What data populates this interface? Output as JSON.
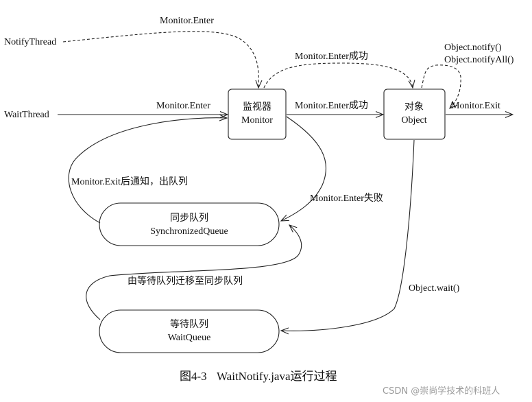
{
  "actors": {
    "notify_thread": "NotifyThread",
    "wait_thread": "WaitThread"
  },
  "nodes": {
    "monitor": {
      "line1": "监视器",
      "line2": "Monitor"
    },
    "object": {
      "line1": "对象",
      "line2": "Object"
    },
    "sync_queue": {
      "line1": "同步队列",
      "line2": "SynchronizedQueue"
    },
    "wait_queue": {
      "line1": "等待队列",
      "line2": "WaitQueue"
    }
  },
  "edges": {
    "notify_enter": "Monitor.Enter",
    "wait_enter": "Monitor.Enter",
    "monitor_to_object_top": "Monitor.Enter成功",
    "monitor_to_object": "Monitor.Enter成功",
    "object_notify": "Object.notify()",
    "object_notify_all": "Object.notifyAll()",
    "object_exit": "Monitor.Exit",
    "exit_notify": "Monitor.Exit后通知，出队列",
    "enter_fail": "Monitor.Enter失败",
    "wait_to_sync": "由等待队列迁移至同步队列",
    "object_wait": "Object.wait()"
  },
  "caption": {
    "figure_no": "图4-3",
    "title": "WaitNotify.java运行过程"
  },
  "watermark": "CSDN @崇尚学技术的科班人"
}
